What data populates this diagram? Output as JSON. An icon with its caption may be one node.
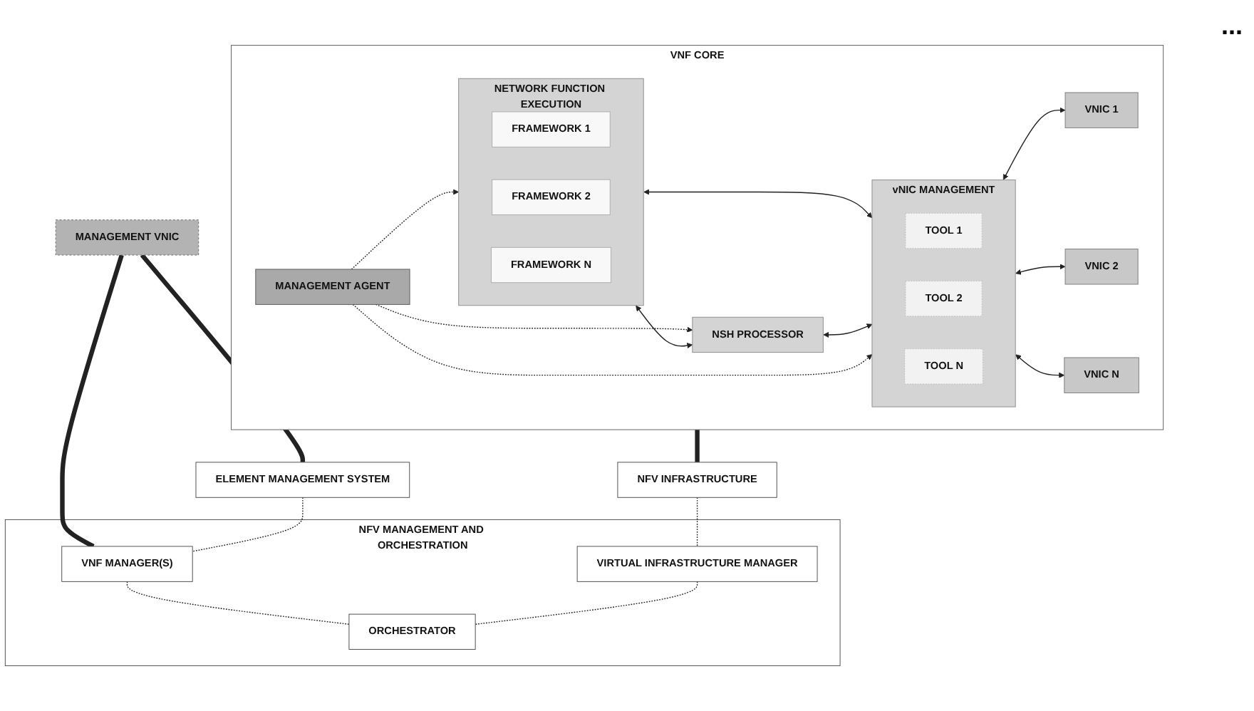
{
  "diagram": {
    "nodes": [
      {
        "text": [
          "VNF CORE"
        ]
      },
      {
        "text": [
          "NETWORK FUNCTION EXECUTION"
        ],
        "in": 0
      },
      {
        "text": [
          "FRAMEWORK 1"
        ],
        "in": 1
      },
      {
        "text": [
          "FRAMEWORK 2"
        ],
        "in": 1
      },
      {
        "text": [
          "FRAMEWORK N"
        ],
        "in": 1
      },
      {
        "text": [
          "NSH PROCESSOR"
        ],
        "in": 0
      },
      {
        "text": [
          "MANAGEMENT AGENT"
        ],
        "in": 0
      },
      {
        "text": [
          "vNIC MANAGEMENT"
        ],
        "in": 0
      },
      {
        "text": [
          "TOOL 1"
        ],
        "in": 7
      },
      {
        "text": [
          "TOOL 2"
        ],
        "in": 7
      },
      {
        "text": [
          "TOOL N"
        ],
        "in": 7
      },
      {
        "text": [
          "VNIC 1"
        ],
        "in": 0
      },
      {
        "text": [
          "VNIC 2"
        ],
        "in": 0
      },
      {
        "text": [
          "VNIC N"
        ],
        "in": 0
      },
      {
        "text": [
          "MANAGEMENT VNIC"
        ]
      },
      {
        "text": [
          "NFV INFRASTRUCTURE"
        ]
      },
      {
        "text": [
          "NFV MANAGEMENT AND ORCHESTRATION"
        ]
      },
      {
        "text": [
          "VIRTUAL INFRASTRUCTURE MANAGER"
        ],
        "in": 16
      },
      {
        "text": [
          "VNF MANAGER(S)"
        ],
        "in": 16
      },
      {
        "text": [
          "ORCHESTRATOR"
        ],
        "in": 16
      },
      {
        "text": [
          "ELEMENT MANAGEMENT SYSTEM"
        ]
      }
    ],
    "edges": [
      {
        "from": 1,
        "to": 7,
        "arrow": "both"
      },
      {
        "from": 1,
        "to": 5,
        "arrow": "both"
      },
      {
        "from": 5,
        "to": 7,
        "arrow": "both"
      },
      {
        "from": 6,
        "to": 1,
        "arrow": "to",
        "style": "dashed"
      },
      {
        "from": 6,
        "to": 5,
        "arrow": "to",
        "style": "dashed"
      },
      {
        "from": 6,
        "to": 7,
        "arrow": "to",
        "style": "dashed"
      },
      {
        "from": 7,
        "to": 11,
        "arrow": "both"
      },
      {
        "from": 7,
        "to": 12,
        "arrow": "both"
      },
      {
        "from": 7,
        "to": 13,
        "arrow": "both"
      },
      {
        "from": 0,
        "to": 15,
        "arrow": "none",
        "style": "thick"
      },
      {
        "from": 14,
        "to": 18,
        "arrow": "none",
        "style": "thick"
      },
      {
        "from": 14,
        "to": 20,
        "arrow": "none",
        "style": "thick"
      },
      {
        "from": 15,
        "to": 17,
        "arrow": "none",
        "style": "dashed"
      },
      {
        "from": 18,
        "to": 19,
        "arrow": "none",
        "style": "dashed"
      },
      {
        "from": 20,
        "to": 18,
        "arrow": "none",
        "style": "dashed"
      },
      {
        "from": 17,
        "to": 19,
        "arrow": "none",
        "style": "dashed"
      }
    ],
    "labels": [
      "..."
    ]
  }
}
